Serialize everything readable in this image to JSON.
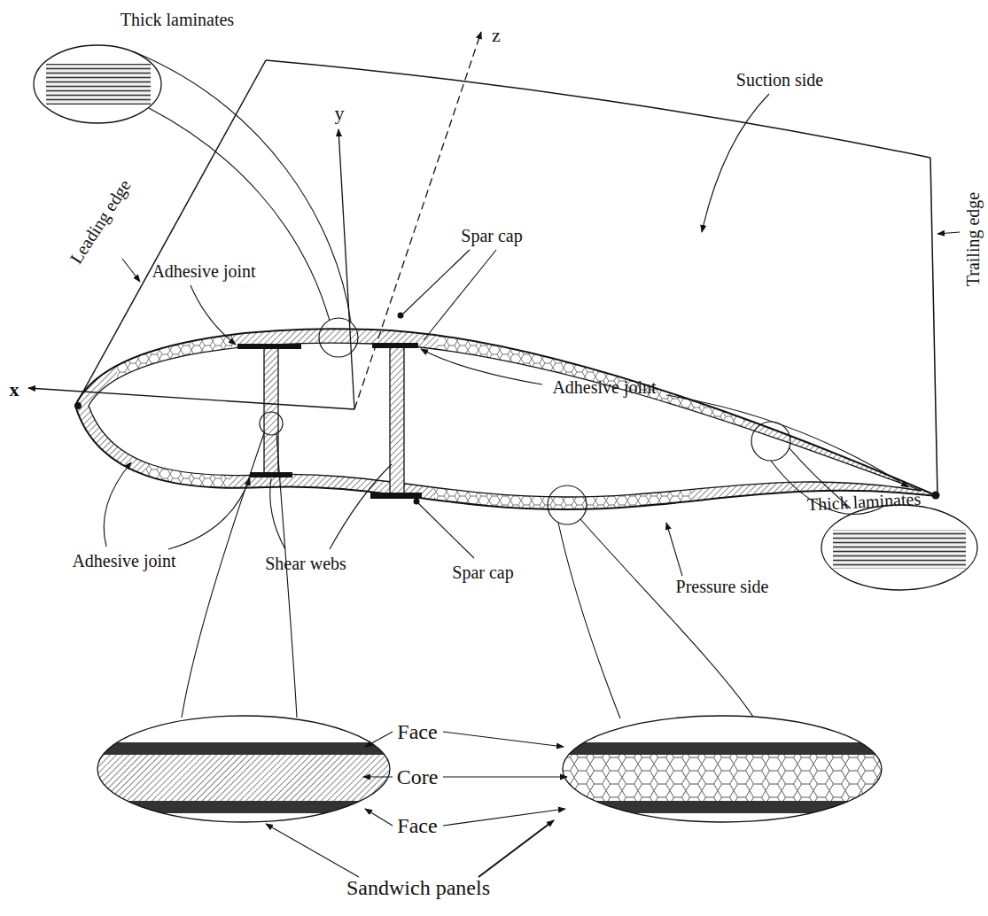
{
  "diagram": {
    "labels": [
      "Thick laminates",
      "z",
      "Suction side",
      "Leading edge",
      "y",
      "Trailing edge",
      "Spar cap",
      "Adhesive joint",
      "x",
      "Adhesive joint",
      "Thick laminates",
      "Adhesive joint",
      "Shear webs",
      "Spar cap",
      "Pressure side",
      "Face",
      "Core",
      "Face",
      "Sandwich panels"
    ]
  }
}
